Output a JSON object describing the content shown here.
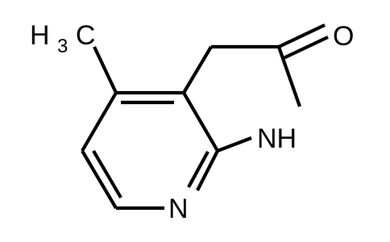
{
  "structure": {
    "atom_labels": {
      "methyl": {
        "main": "H",
        "sub": "3",
        "tail": "C"
      },
      "carbonyl_oxygen": "O",
      "nh": "NH",
      "pyridine_nitrogen": "N"
    },
    "colors": {
      "background": "#ffffff",
      "bond": "#000000",
      "text": "#000000"
    }
  }
}
